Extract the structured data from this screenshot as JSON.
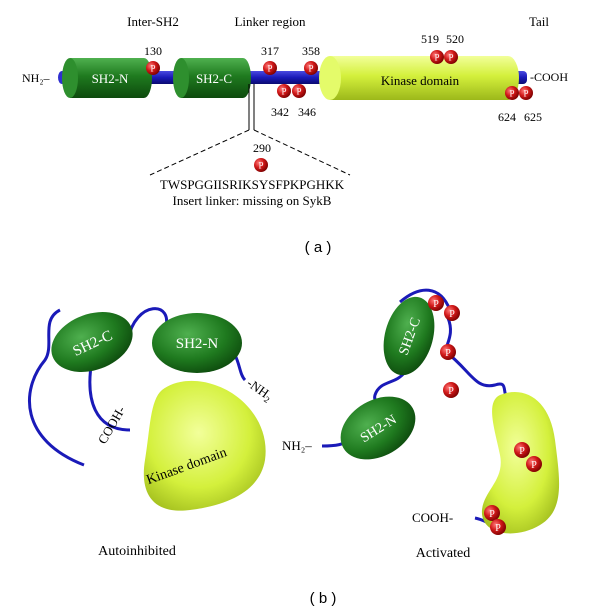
{
  "panel_a": {
    "top_labels": {
      "inter_sh2": "Inter-SH2",
      "linker_region": "Linker region",
      "tail": "Tail"
    },
    "n_terminus": "NH₂–",
    "c_terminus": "-COOH",
    "domains": {
      "sh2_n": "SH2-N",
      "sh2_c": "SH2-C",
      "kinase": "Kinase domain"
    },
    "sites": {
      "s130": "130",
      "s317": "317",
      "s358": "358",
      "s342": "342",
      "s346": "346",
      "s519": "519",
      "s520": "520",
      "s624": "624",
      "s625": "625",
      "s290": "290"
    },
    "p_symbol": "P",
    "sequence": "TWSPGGIISRIKSYSFPKPGHKK",
    "insert_note": "Insert linker: missing on SykB",
    "caption": "( a )"
  },
  "panel_b": {
    "autoinhibited": {
      "sh2_c": "SH2-C",
      "sh2_n": "SH2-N",
      "kinase": "Kinase domain",
      "nh2": "-NH",
      "nh2_sub": "2",
      "cooh": "COOH-",
      "state": "Autoinhibited"
    },
    "activated": {
      "sh2_c": "SH2-C",
      "sh2_n": "SH2-N",
      "nh2": "NH₂–",
      "cooh": "COOH-",
      "state": "Activated"
    },
    "caption": "( b )"
  },
  "colors": {
    "domain_green": "#1f7a1f",
    "kinase_yellow": "#d4f03c",
    "chain_blue": "#1a1ab8",
    "phospho_red": "#d01818"
  }
}
